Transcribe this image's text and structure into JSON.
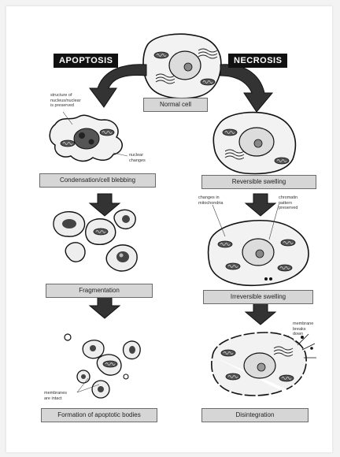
{
  "headings": {
    "apoptosis": "APOPTOSIS",
    "necrosis": "NECROSIS"
  },
  "stages": {
    "normal": "Normal cell",
    "apoptosis": [
      "Condensation/cell blebbing",
      "Fragmentation",
      "Formation of apoptotic bodies"
    ],
    "necrosis": [
      "Reversible swelling",
      "Irreversible swelling",
      "Disintegration"
    ]
  },
  "annotations": {
    "structure_note": [
      "structure of",
      "nucleus/nuclear",
      "is preserved"
    ],
    "nuclear_changes": [
      "nuclear",
      "changes"
    ],
    "mito_changes": [
      "changes in",
      "mitochondria"
    ],
    "chromatin": [
      "chromatin",
      "pattern",
      "preserved"
    ],
    "membranes_apoptotic": [
      "membranes",
      "are intact"
    ],
    "membranes_necrosis": [
      "membrane",
      "breaks",
      "down"
    ]
  }
}
